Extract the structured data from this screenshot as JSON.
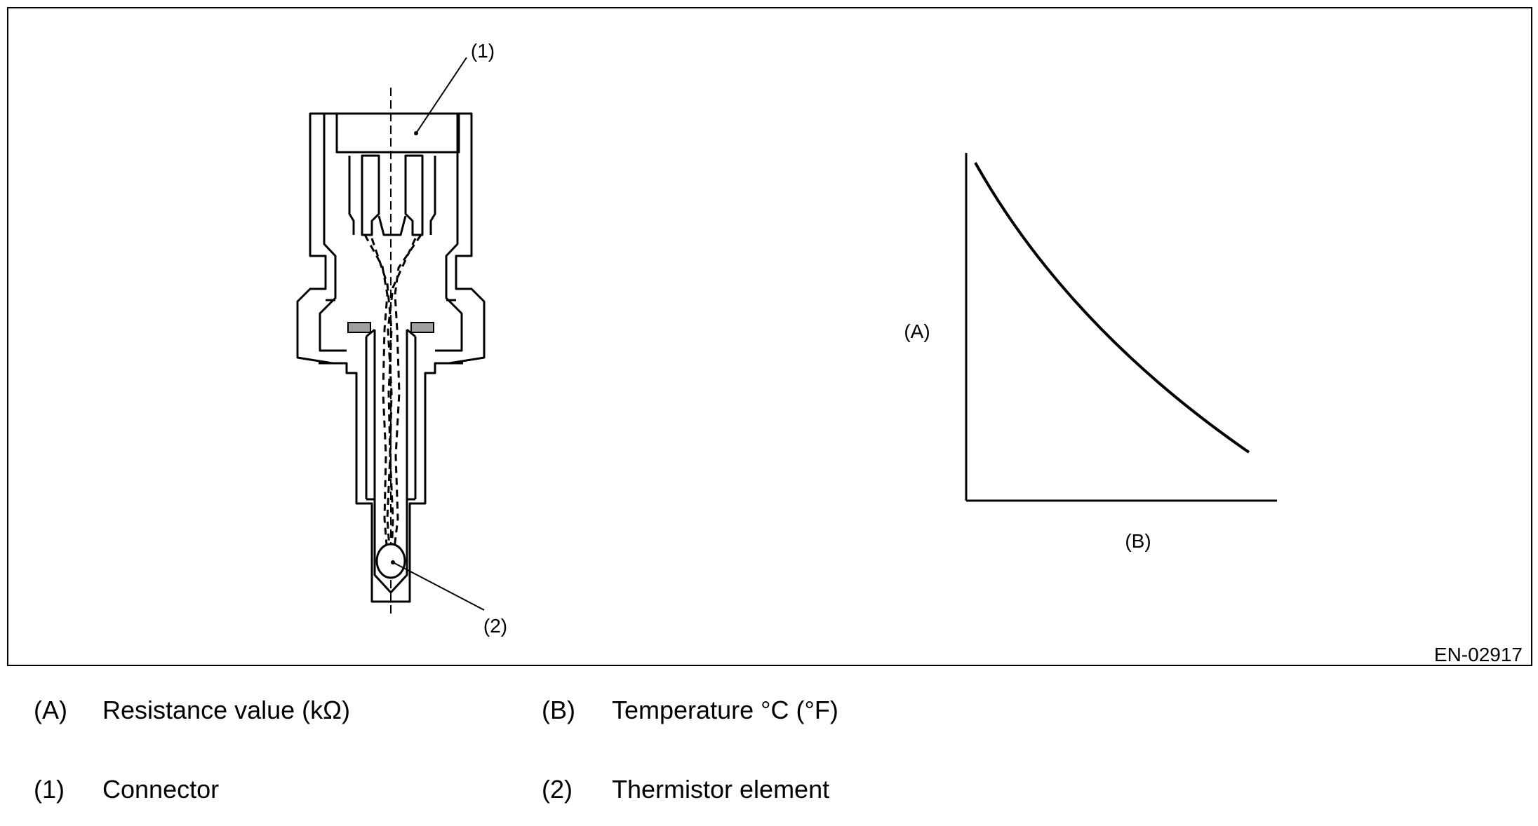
{
  "figure": {
    "code": "EN-02917",
    "callouts": {
      "connector": "(1)",
      "thermistor": "(2)"
    },
    "graph": {
      "y_axis_label": "(A)",
      "x_axis_label": "(B)"
    }
  },
  "legend": [
    {
      "key": "(A)",
      "text": "Resistance value (kΩ)"
    },
    {
      "key": "(B)",
      "text": "Temperature °C (°F)"
    },
    {
      "key": "(1)",
      "text": "Connector"
    },
    {
      "key": "(2)",
      "text": "Thermistor element"
    }
  ],
  "colors": {
    "line": "#000000",
    "seal": "#a0a0a0",
    "background": "#ffffff"
  }
}
